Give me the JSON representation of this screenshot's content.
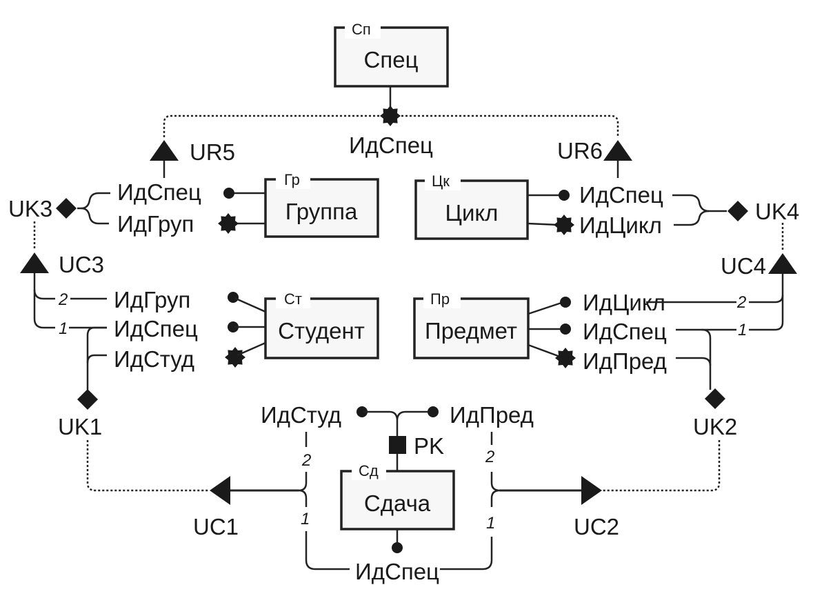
{
  "diagram": {
    "entities": {
      "spec": {
        "abbr": "Сп",
        "name": "Спец"
      },
      "group": {
        "abbr": "Гр",
        "name": "Группа"
      },
      "cycle": {
        "abbr": "Цк",
        "name": "Цикл"
      },
      "student": {
        "abbr": "Ст",
        "name": "Студент"
      },
      "subject": {
        "abbr": "Пр",
        "name": "Предмет"
      },
      "exam": {
        "abbr": "Сд",
        "name": "Сдача"
      }
    },
    "attributes": {
      "spec_id": "ИдСпец",
      "group_spec": "ИдСпец",
      "group_id": "ИдГруп",
      "cycle_spec": "ИдСпец",
      "cycle_id": "ИдЦикл",
      "student_group": "ИдГруп",
      "student_spec": "ИдСпец",
      "student_id": "ИдСтуд",
      "subject_cycle": "ИдЦикл",
      "subject_spec": "ИдСпец",
      "subject_id": "ИдПред",
      "exam_student": "ИдСтуд",
      "exam_subject": "ИдПред",
      "exam_spec": "ИдСпец"
    },
    "keys": {
      "ur5": "UR5",
      "ur6": "UR6",
      "uk1": "UK1",
      "uk2": "UK2",
      "uk3": "UK3",
      "uk4": "UK4",
      "uc1": "UC1",
      "uc2": "UC2",
      "uc3": "UC3",
      "uc4": "UC4",
      "pk": "PK"
    },
    "order_numbers": {
      "uc3_first": "1",
      "uc3_second": "2",
      "uc4_first": "1",
      "uc4_second": "2",
      "uc1_first": "1",
      "uc1_second": "2",
      "uc2_first": "1",
      "uc2_second": "2"
    },
    "legend_icons": {
      "primary_key_attr": "star-icon",
      "foreign_attr": "dot-icon",
      "unique_key": "diamond-icon",
      "constraint": "triangle-icon",
      "primary_key": "square-icon"
    }
  }
}
